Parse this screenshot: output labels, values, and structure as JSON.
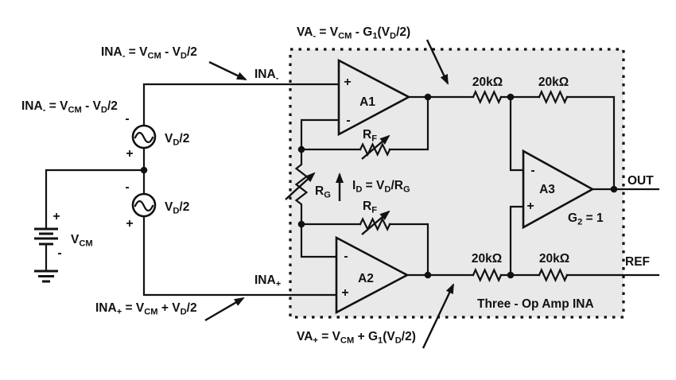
{
  "colors": {
    "line": "#111111",
    "box_fill": "#e9e9e9",
    "background": "#ffffff"
  },
  "box": {
    "title": "Three - Op Amp INA"
  },
  "equations": {
    "ina_minus_top": [
      {
        "t": "INA"
      },
      {
        "t": "-",
        "sub": true
      },
      {
        "t": " = V"
      },
      {
        "t": "CM",
        "sub": true
      },
      {
        "t": " - V"
      },
      {
        "t": "D",
        "sub": true
      },
      {
        "t": "/2"
      }
    ],
    "ina_minus_left": [
      {
        "t": "INA"
      },
      {
        "t": "-",
        "sub": true
      },
      {
        "t": " = V"
      },
      {
        "t": "CM",
        "sub": true
      },
      {
        "t": " - V"
      },
      {
        "t": "D",
        "sub": true
      },
      {
        "t": "/2"
      }
    ],
    "ina_plus_bottom": [
      {
        "t": "INA"
      },
      {
        "t": "+",
        "sub": true
      },
      {
        "t": " = V"
      },
      {
        "t": "CM",
        "sub": true
      },
      {
        "t": " + V"
      },
      {
        "t": "D",
        "sub": true
      },
      {
        "t": "/2"
      }
    ],
    "va_minus": [
      {
        "t": "VA"
      },
      {
        "t": "-",
        "sub": true
      },
      {
        "t": " = V"
      },
      {
        "t": "CM",
        "sub": true
      },
      {
        "t": " - G"
      },
      {
        "t": "1",
        "sub": true
      },
      {
        "t": "(V"
      },
      {
        "t": "D",
        "sub": true
      },
      {
        "t": "/2)"
      }
    ],
    "va_plus": [
      {
        "t": "VA"
      },
      {
        "t": "+",
        "sub": true
      },
      {
        "t": " = V"
      },
      {
        "t": "CM",
        "sub": true
      },
      {
        "t": " + G"
      },
      {
        "t": "1",
        "sub": true
      },
      {
        "t": "(V"
      },
      {
        "t": "D",
        "sub": true
      },
      {
        "t": "/2)"
      }
    ],
    "id_current": [
      {
        "t": "I"
      },
      {
        "t": "D",
        "sub": true
      },
      {
        "t": " = V"
      },
      {
        "t": "D",
        "sub": true
      },
      {
        "t": "/R"
      },
      {
        "t": "G",
        "sub": true
      }
    ]
  },
  "node_labels": {
    "ina_minus": [
      {
        "t": "INA"
      },
      {
        "t": "-",
        "sub": true
      }
    ],
    "ina_plus": [
      {
        "t": "INA"
      },
      {
        "t": "+",
        "sub": true
      }
    ],
    "out": "OUT",
    "ref": "REF"
  },
  "sources": {
    "vd2_top": [
      {
        "t": "V"
      },
      {
        "t": "D",
        "sub": true
      },
      {
        "t": "/2"
      }
    ],
    "vd2_bottom": [
      {
        "t": "V"
      },
      {
        "t": "D",
        "sub": true
      },
      {
        "t": "/2"
      }
    ],
    "vcm": [
      {
        "t": "V"
      },
      {
        "t": "CM",
        "sub": true
      }
    ]
  },
  "opamps": {
    "a1": "A1",
    "a2": "A2",
    "a3": "A3",
    "gain2": [
      {
        "t": "G"
      },
      {
        "t": "2",
        "sub": true
      },
      {
        "t": " = 1"
      }
    ]
  },
  "resistors": {
    "values": [
      "20kΩ",
      "20kΩ",
      "20kΩ",
      "20kΩ"
    ],
    "rf_top": [
      {
        "t": "R"
      },
      {
        "t": "F",
        "sub": true
      }
    ],
    "rf_bottom": [
      {
        "t": "R"
      },
      {
        "t": "F",
        "sub": true
      }
    ],
    "rg": [
      {
        "t": "R"
      },
      {
        "t": "G",
        "sub": true
      }
    ]
  },
  "symbols": {
    "plus": "+",
    "minus": "-"
  }
}
